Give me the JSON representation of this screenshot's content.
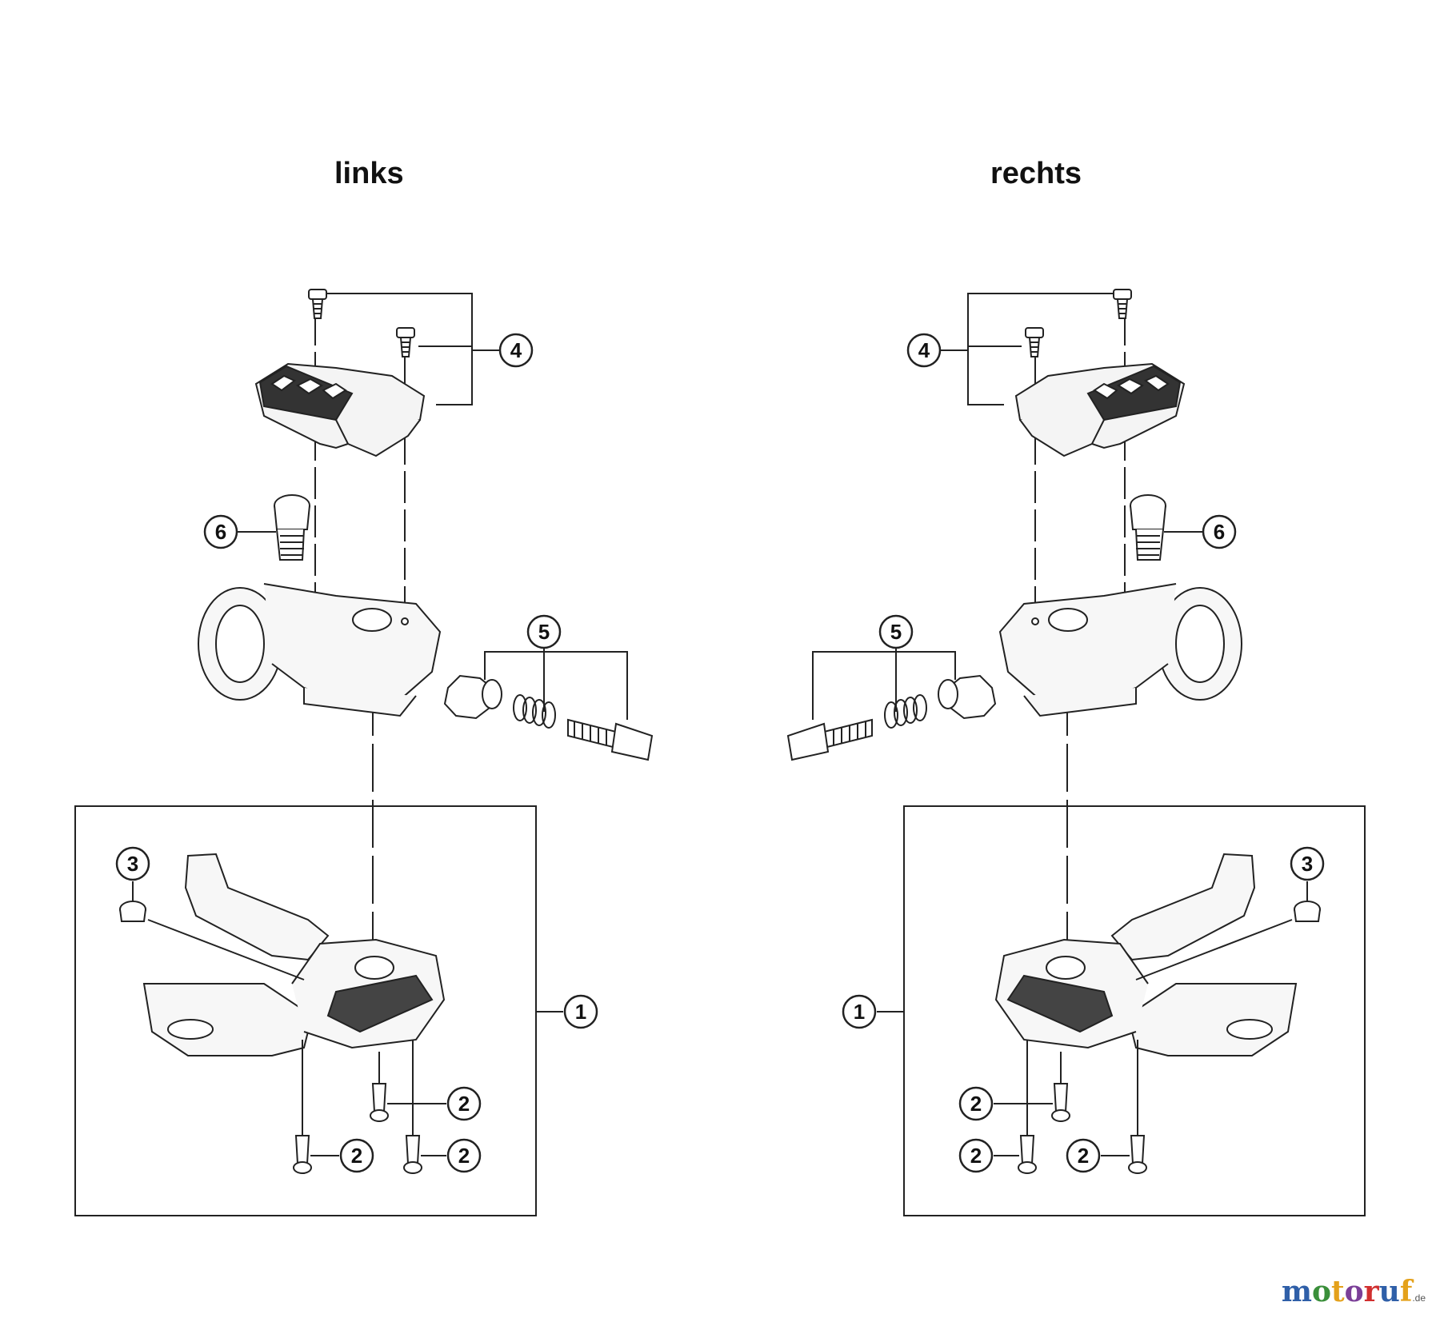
{
  "headings": {
    "left": "links",
    "right": "rechts"
  },
  "callouts": {
    "left": {
      "p1": "1",
      "p2a": "2",
      "p2b": "2",
      "p2c": "2",
      "p3": "3",
      "p4": "4",
      "p5": "5",
      "p6": "6"
    },
    "right": {
      "p1": "1",
      "p2a": "2",
      "p2b": "2",
      "p2c": "2",
      "p3": "3",
      "p4": "4",
      "p5": "5",
      "p6": "6"
    }
  },
  "watermark": {
    "letters": [
      "m",
      "o",
      "t",
      "o",
      "r",
      "u",
      "f"
    ],
    "suffix": ".de",
    "colors": [
      "#2f5fa8",
      "#3a8f3a",
      "#e4a11b",
      "#7b3f98",
      "#d12f2f",
      "#2f5fa8",
      "#e4a11b"
    ]
  }
}
